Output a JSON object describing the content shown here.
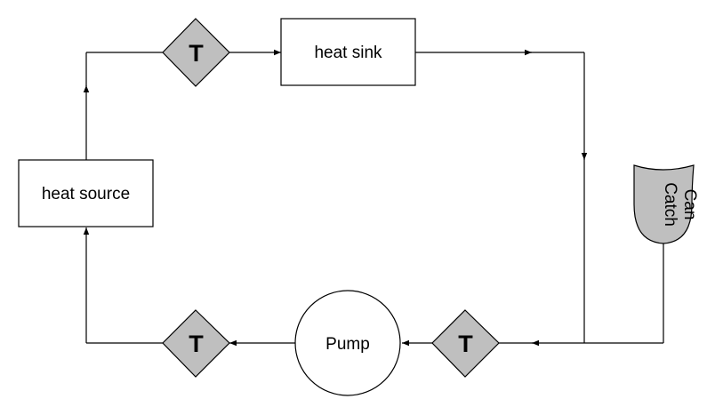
{
  "diagram": {
    "heat_source": "heat source",
    "heat_sink": "heat sink",
    "pump": "Pump",
    "sensor_symbol": "T",
    "catch_can_line1": "Catch",
    "catch_can_line2": "Can"
  },
  "colors": {
    "sensor_fill": "#bfbfbf",
    "catch_can_fill": "#bfbfbf",
    "line": "#000000",
    "box_fill": "#ffffff"
  }
}
